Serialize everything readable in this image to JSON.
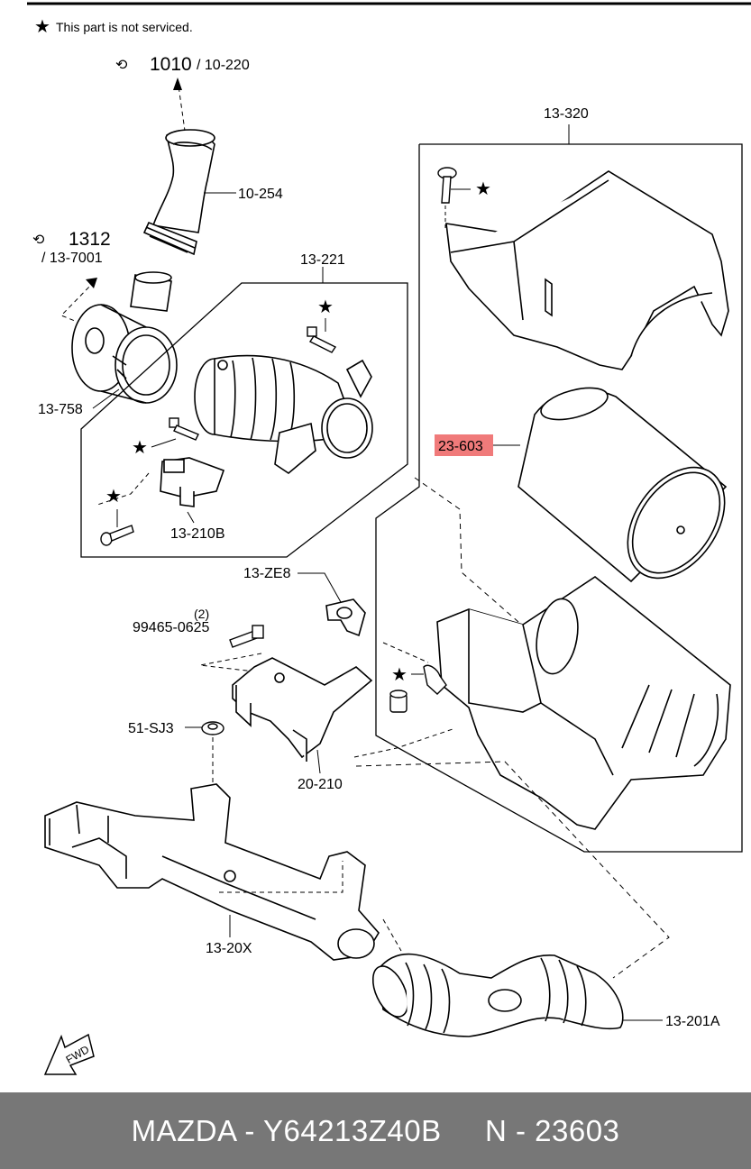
{
  "note": "This part is not serviced.",
  "labels": {
    "hose_ref_main": "1010",
    "hose_ref_sub": "/ 10-220",
    "hose": "10-254",
    "sensor_ref_main": "1312",
    "sensor_ref_sub": "/ 13-7001",
    "clamp": "13-758",
    "group_221": "13-221",
    "sensor_210b": "13-210B",
    "cover": "13-320",
    "element": "23-603",
    "bracket_ze8": "13-ZE8",
    "bolt_qty": "(2)",
    "bolt": "99465-0625",
    "nut": "51-SJ3",
    "bracket_210": "20-210",
    "duct": "13-20X",
    "hose_201a": "13-201A",
    "fwd": "FWD"
  },
  "colors": {
    "highlight": "#f07a7a",
    "footer_bg": "#777777"
  },
  "footer": {
    "brand_part": "MAZDA - Y64213Z40B",
    "ref": "N - 23603"
  }
}
